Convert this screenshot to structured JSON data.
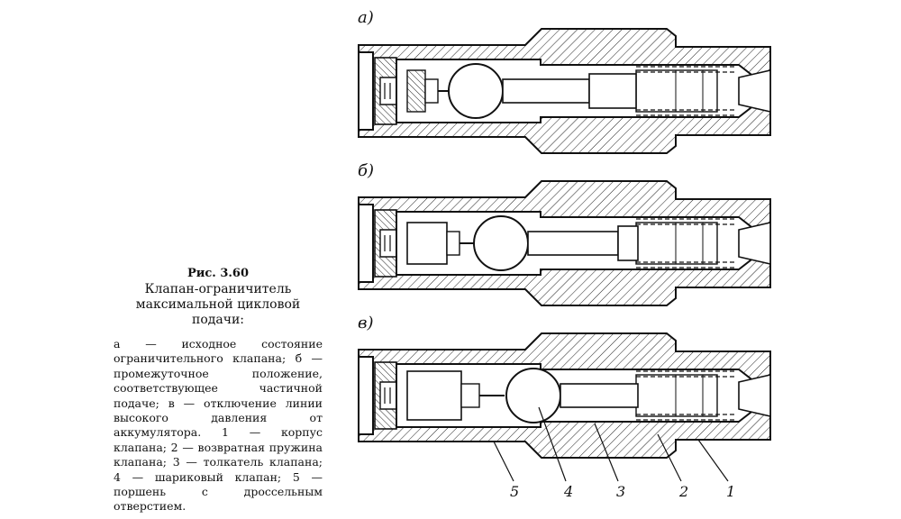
{
  "figure": {
    "number": "Рис. 3.60",
    "title": "Клапан-ограничитель максимальной цикловой подачи:",
    "description": "а — исходное состояние ограничительного клапана; б — промежуточное положение, соответствующее частичной подаче; в — отключение линии высокого давления от аккумулятора. 1 — корпус клапана; 2 — возвратная пружина клапана; 3 — толкатель клапана; 4 — шариковый клапан; 5 — поршень с дроссельным отверстием."
  },
  "views": [
    {
      "label": "а)"
    },
    {
      "label": "б)"
    },
    {
      "label": "в)"
    }
  ],
  "callouts": [
    {
      "label": "5"
    },
    {
      "label": "4"
    },
    {
      "label": "3"
    },
    {
      "label": "2"
    },
    {
      "label": "1"
    }
  ]
}
